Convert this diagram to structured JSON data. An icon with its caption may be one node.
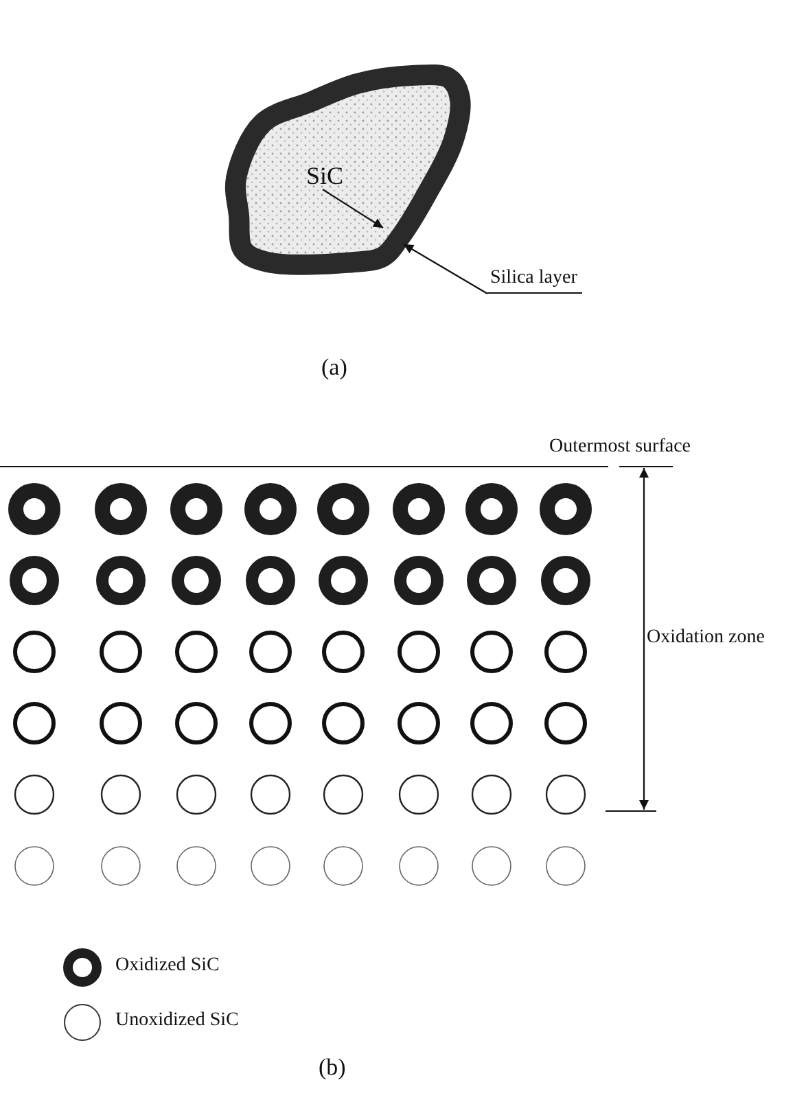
{
  "diagram": {
    "nodes": [
      {
        "text": [],
        "shape": "picture"
      },
      {
        "text": [
          "SiC"
        ],
        "in": 0
      },
      {
        "text": [
          "Silica layer"
        ]
      }
    ],
    "edges": [
      {
        "from": 1,
        "to": null,
        "arrow": "to"
      },
      {
        "from": 2,
        "to": 0,
        "arrow": "to"
      }
    ],
    "labels": [
      "(a)",
      "Outermost surface",
      "Oxidation zone",
      "(b)"
    ],
    "legend": [
      {
        "text": "Oxidized SiC"
      },
      {
        "text": "Unoxidized SiC"
      }
    ]
  }
}
